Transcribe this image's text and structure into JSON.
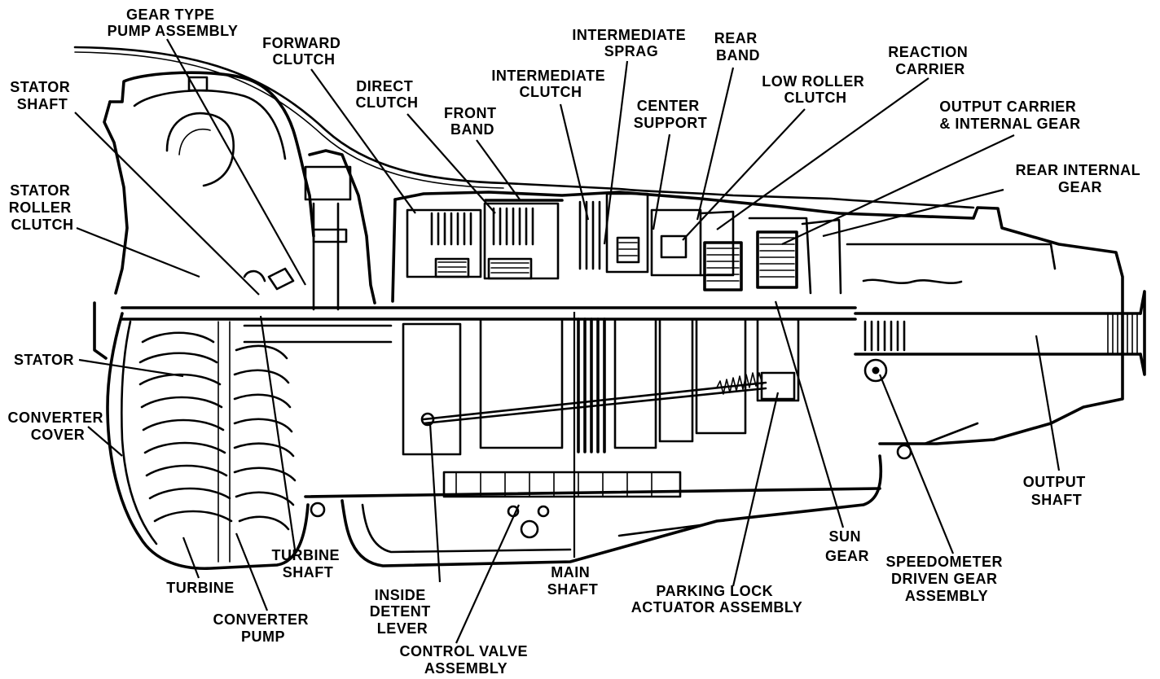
{
  "labels": [
    {
      "id": "gear-type-pump-assembly",
      "lines": [
        "GEAR TYPE",
        "PUMP ASSEMBLY"
      ]
    },
    {
      "id": "forward-clutch",
      "lines": [
        "FORWARD",
        "CLUTCH"
      ]
    },
    {
      "id": "direct-clutch",
      "lines": [
        "DIRECT",
        "CLUTCH"
      ]
    },
    {
      "id": "front-band",
      "lines": [
        "FRONT",
        "BAND"
      ]
    },
    {
      "id": "intermediate-sprag",
      "lines": [
        "INTERMEDIATE",
        "SPRAG"
      ]
    },
    {
      "id": "intermediate-clutch",
      "lines": [
        "INTERMEDIATE",
        "CLUTCH"
      ]
    },
    {
      "id": "rear-band",
      "lines": [
        "REAR",
        "BAND"
      ]
    },
    {
      "id": "center-support",
      "lines": [
        "CENTER",
        "SUPPORT"
      ]
    },
    {
      "id": "low-roller-clutch",
      "lines": [
        "LOW ROLLER",
        "CLUTCH"
      ]
    },
    {
      "id": "reaction-carrier",
      "lines": [
        "REACTION",
        "CARRIER"
      ]
    },
    {
      "id": "output-carrier-internal-gear",
      "lines": [
        "OUTPUT CARRIER",
        "& INTERNAL GEAR"
      ]
    },
    {
      "id": "rear-internal-gear",
      "lines": [
        "REAR INTERNAL",
        "GEAR"
      ]
    },
    {
      "id": "stator-shaft",
      "lines": [
        "STATOR",
        "SHAFT"
      ]
    },
    {
      "id": "stator-roller-clutch",
      "lines": [
        "STATOR",
        "ROLLER",
        "CLUTCH"
      ]
    },
    {
      "id": "stator",
      "lines": [
        "STATOR"
      ]
    },
    {
      "id": "converter-cover",
      "lines": [
        "CONVERTER",
        "COVER"
      ]
    },
    {
      "id": "turbine",
      "lines": [
        "TURBINE"
      ]
    },
    {
      "id": "converter-pump",
      "lines": [
        "CONVERTER",
        "PUMP"
      ]
    },
    {
      "id": "turbine-shaft",
      "lines": [
        "TURBINE",
        "SHAFT"
      ]
    },
    {
      "id": "inside-detent-lever",
      "lines": [
        "INSIDE",
        "DETENT",
        "LEVER"
      ]
    },
    {
      "id": "control-valve-assembly",
      "lines": [
        "CONTROL VALVE",
        "ASSEMBLY"
      ]
    },
    {
      "id": "main-shaft",
      "lines": [
        "MAIN",
        "SHAFT"
      ]
    },
    {
      "id": "parking-lock-actuator-assembly",
      "lines": [
        "PARKING LOCK",
        "ACTUATOR ASSEMBLY"
      ]
    },
    {
      "id": "sun-gear",
      "lines": [
        "SUN",
        "GEAR"
      ]
    },
    {
      "id": "speedometer-driven-gear-assembly",
      "lines": [
        "SPEEDOMETER",
        "DRIVEN GEAR",
        "ASSEMBLY"
      ]
    },
    {
      "id": "output-shaft",
      "lines": [
        "OUTPUT",
        "SHAFT"
      ]
    }
  ]
}
